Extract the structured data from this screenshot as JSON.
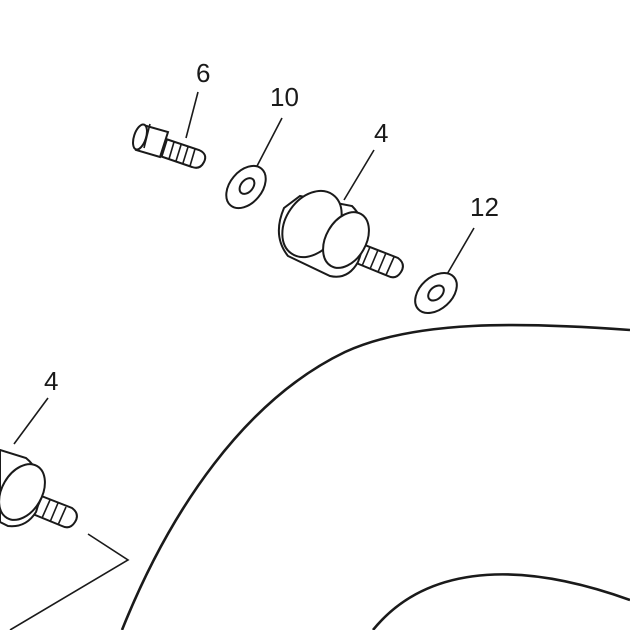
{
  "callouts": {
    "screw": "6",
    "washer_upper": "10",
    "mount_upper": "4",
    "washer_lower": "12",
    "mount_left": "4"
  }
}
